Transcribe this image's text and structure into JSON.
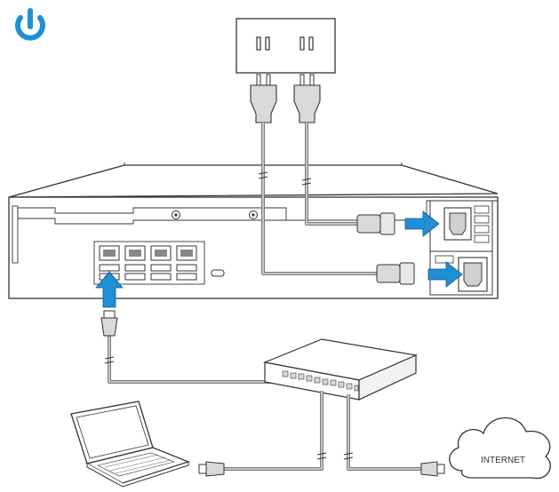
{
  "diagram": {
    "icon": "power-icon",
    "cloud_label": "INTERNET",
    "colors": {
      "accent": "#1f8fd6",
      "line": "#333333",
      "cable": "#7a7a7a",
      "cable_fill": "#d9d9d9"
    },
    "components": [
      "power-outlet",
      "nas-rear-panel",
      "power-supply-1",
      "power-supply-2",
      "lan-port",
      "network-switch",
      "laptop",
      "internet-cloud"
    ]
  }
}
